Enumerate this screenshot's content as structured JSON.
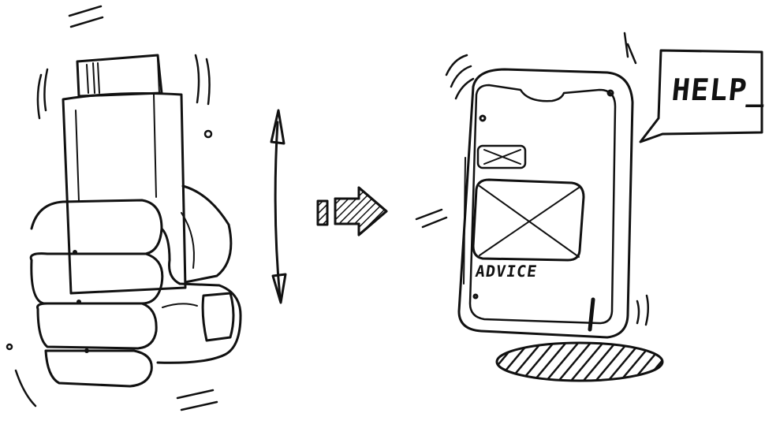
{
  "speech_bubble": {
    "text": "HELP_."
  },
  "phone_screen": {
    "caption": "ADVICE"
  },
  "colors": {
    "ink": "#111111",
    "paper": "#ffffff"
  },
  "icons": [
    "hand-gripping-inhaler",
    "double-arrow",
    "right-arrow",
    "smartphone",
    "speech-bubble",
    "image-placeholder",
    "shadow-ellipse"
  ]
}
